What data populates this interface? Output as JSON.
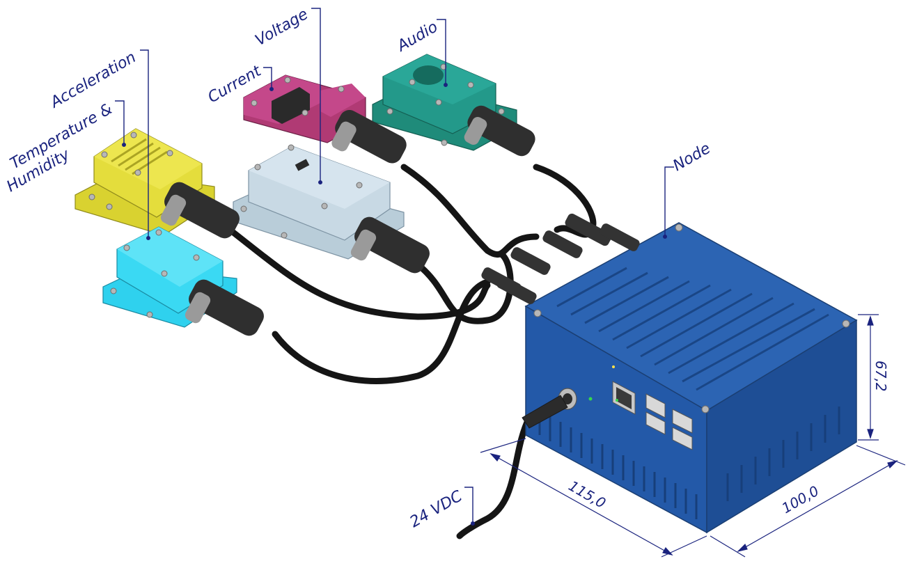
{
  "colors": {
    "annotation": "#1a237e",
    "temp_humidity_sensor": "#d9d230",
    "acceleration_sensor": "#2fd1ee",
    "current_sensor": "#b03a74",
    "voltage_sensor": "#b9cdd9",
    "audio_sensor": "#1f8b7a",
    "node": "#2359a8",
    "cable": "#151515"
  },
  "labels": {
    "acceleration": "Acceleration",
    "temperature_line1": "Temperature &",
    "temperature_line2": "Humidity",
    "current": "Current",
    "voltage": "Voltage",
    "audio": "Audio",
    "node": "Node",
    "power": "24 VDC"
  },
  "dimensions": {
    "length": "115,0",
    "width": "100,0",
    "height": "67,2"
  },
  "icons": [
    "ethernet-port-icon",
    "usb-port-icon",
    "dc-power-jack-icon",
    "led-indicator-icon"
  ]
}
